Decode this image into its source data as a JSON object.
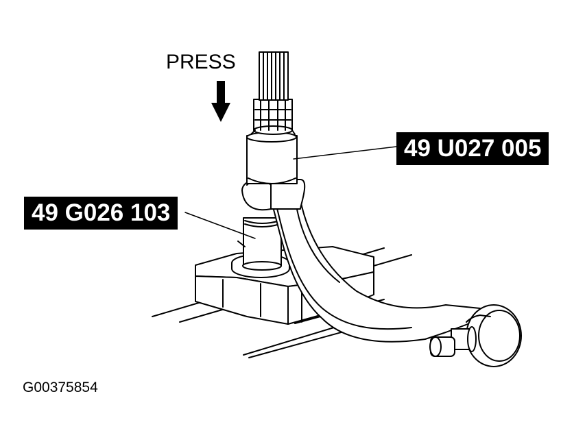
{
  "press_label": "PRESS",
  "tool_callouts": {
    "upper": "49 U027 005",
    "lower": "49 G026 103"
  },
  "figure_id": "G00375854",
  "colors": {
    "line": "#000000",
    "callout_bg": "#000000",
    "callout_text": "#ffffff",
    "background": "#ffffff"
  }
}
